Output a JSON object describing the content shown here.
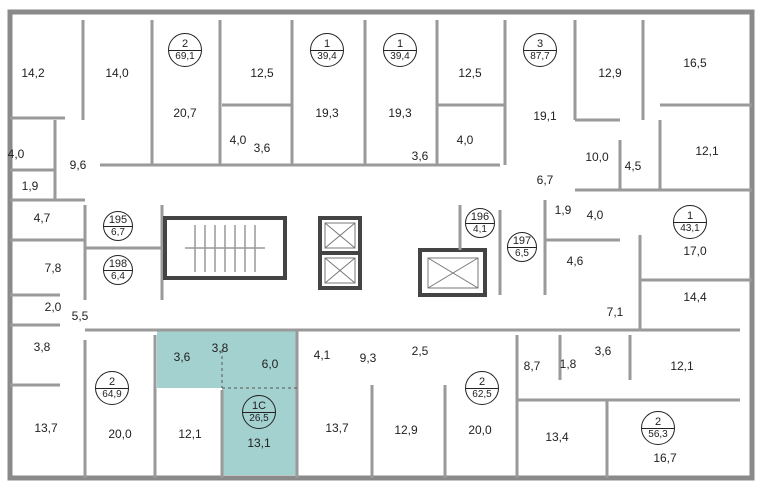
{
  "plan": {
    "highlight_color": "#a3d1cf",
    "wall_color": "#8a8a8a",
    "apartments": [
      {
        "number": "2",
        "area": "69,1"
      },
      {
        "number": "1",
        "area": "39,4"
      },
      {
        "number": "1",
        "area": "39,4"
      },
      {
        "number": "3",
        "area": "87,7"
      },
      {
        "number": "1",
        "area": "43,1"
      },
      {
        "number": "2",
        "area": "64,9"
      },
      {
        "number": "1C",
        "area": "26,5"
      },
      {
        "number": "2",
        "area": "62,5"
      },
      {
        "number": "2",
        "area": "56,3"
      }
    ],
    "storage": [
      {
        "number": "195",
        "area": "6,7"
      },
      {
        "number": "198",
        "area": "6,4"
      },
      {
        "number": "196",
        "area": "4,1"
      },
      {
        "number": "197",
        "area": "6,5"
      }
    ],
    "rooms": [
      "14,2",
      "14,0",
      "20,7",
      "12,5",
      "19,3",
      "19,3",
      "12,5",
      "19,1",
      "12,9",
      "16,5",
      "4,0",
      "3,6",
      "3,6",
      "4,0",
      "10,0",
      "4,5",
      "12,1",
      "6,7",
      "4,0",
      "9,6",
      "1,9",
      "4,7",
      "1,9",
      "4,0",
      "17,0",
      "4,6",
      "7,8",
      "14,4",
      "7,1",
      "2,0",
      "5,5",
      "3,8",
      "3,6",
      "3,8",
      "6,0",
      "4,1",
      "9,3",
      "2,5",
      "8,7",
      "1,8",
      "3,6",
      "12,1",
      "13,1",
      "13,7",
      "20,0",
      "12,1",
      "13,7",
      "12,9",
      "20,0",
      "13,4",
      "16,7"
    ]
  }
}
